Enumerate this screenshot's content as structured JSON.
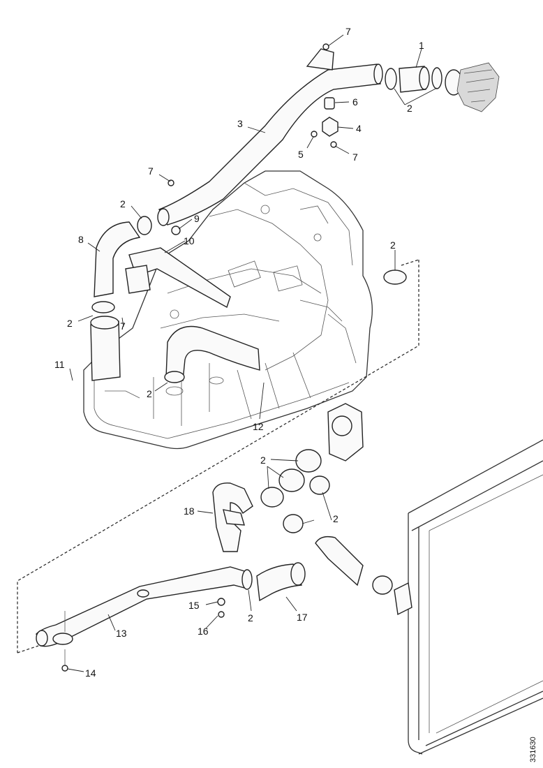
{
  "diagram": {
    "reference_number": "331630",
    "callouts": [
      {
        "id": "c7a",
        "text": "7"
      },
      {
        "id": "c1",
        "text": "1"
      },
      {
        "id": "c2a",
        "text": "2"
      },
      {
        "id": "c6",
        "text": "6"
      },
      {
        "id": "c4",
        "text": "4"
      },
      {
        "id": "c3",
        "text": "3"
      },
      {
        "id": "c5",
        "text": "5"
      },
      {
        "id": "c7b",
        "text": "7"
      },
      {
        "id": "c7c",
        "text": "7"
      },
      {
        "id": "c2b",
        "text": "2"
      },
      {
        "id": "c9",
        "text": "9"
      },
      {
        "id": "c8",
        "text": "8"
      },
      {
        "id": "c10",
        "text": "10"
      },
      {
        "id": "c2c",
        "text": "2"
      },
      {
        "id": "c2d",
        "text": "2"
      },
      {
        "id": "c7d",
        "text": "7"
      },
      {
        "id": "c11",
        "text": "11"
      },
      {
        "id": "c2e",
        "text": "2"
      },
      {
        "id": "c12",
        "text": "12"
      },
      {
        "id": "c2f",
        "text": "2"
      },
      {
        "id": "c18",
        "text": "18"
      },
      {
        "id": "c2g",
        "text": "2"
      },
      {
        "id": "c15a",
        "text": "15"
      },
      {
        "id": "c16",
        "text": "16"
      },
      {
        "id": "c2h",
        "text": "2"
      },
      {
        "id": "c17",
        "text": "17"
      },
      {
        "id": "c13",
        "text": "13"
      },
      {
        "id": "c14",
        "text": "14"
      }
    ]
  }
}
